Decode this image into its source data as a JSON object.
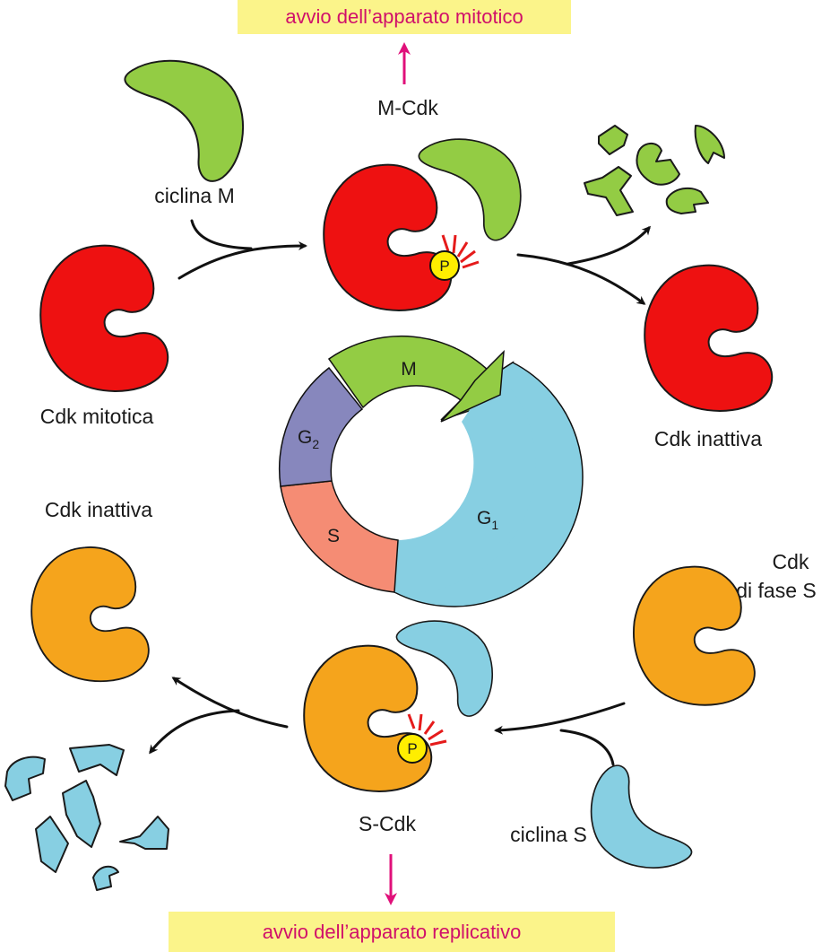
{
  "banners": {
    "top": "avvio dell’apparato mitotico",
    "bottom": "avvio dell’apparato replicativo"
  },
  "labels": {
    "m_cdk": "M-Cdk",
    "ciclina_m": "ciclina M",
    "cdk_mitotica": "Cdk mitotica",
    "cdk_inattiva_right": "Cdk inattiva",
    "cdk_inattiva_left": "Cdk inattiva",
    "cdk_fase_s_line1": "Cdk",
    "cdk_fase_s_line2": "di fase S",
    "s_cdk": "S-Cdk",
    "ciclina_s": "ciclina S"
  },
  "phosphate": {
    "symbol": "P"
  },
  "cycle": {
    "phases": [
      {
        "name": "M",
        "sub": "",
        "color": "#93cc44"
      },
      {
        "name": "G",
        "sub": "1",
        "color": "#87cfe2"
      },
      {
        "name": "S",
        "sub": "",
        "color": "#f58c74"
      },
      {
        "name": "G",
        "sub": "2",
        "color": "#8787bd"
      }
    ]
  },
  "colors": {
    "cdk_mitotic": "#ee1111",
    "cyclin_m": "#93cc44",
    "cdk_s": "#f5a41c",
    "cyclin_s": "#87cfe2",
    "phosphate": "#ffee00",
    "banner_bg": "#fbf48a",
    "banner_text": "#d0106a",
    "arrow_pink": "#e0107a"
  }
}
